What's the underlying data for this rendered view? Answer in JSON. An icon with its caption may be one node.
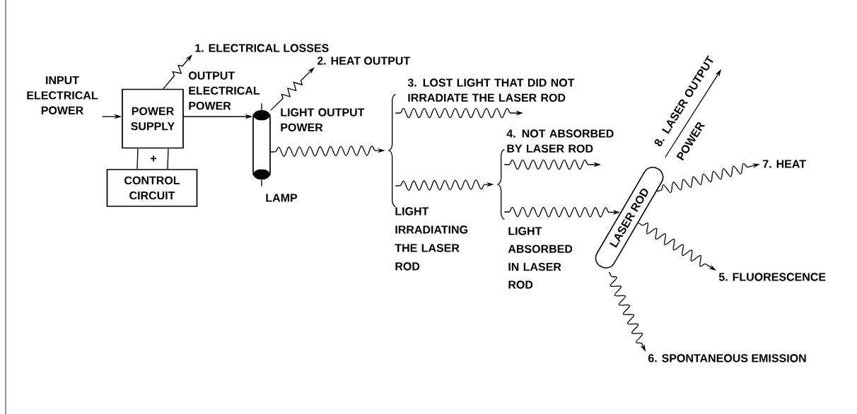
{
  "diagram": {
    "nodes": [
      {
        "text": [
          "INPUT ELECTRICAL POWER"
        ]
      },
      {
        "text": [
          "POWER SUPPLY"
        ]
      },
      {
        "text": [
          "CONTROL CIRCUIT"
        ]
      },
      {
        "text": [],
        "shape": "picture",
        "beside": [
          "LAMP"
        ]
      },
      {
        "text": [
          "1. ELECTRICAL LOSSES"
        ]
      },
      {
        "text": [
          "2. HEAT OUTPUT"
        ]
      },
      {
        "text": [],
        "shape": "brace"
      },
      {
        "text": [],
        "shape": "brace"
      },
      {
        "text": [
          "LASER ROD"
        ]
      },
      {
        "text": [
          "7. HEAT"
        ]
      },
      {
        "text": [
          "5. FLUORESCENCE"
        ]
      },
      {
        "text": [
          "6. SPONTANEOUS EMISSION"
        ]
      }
    ],
    "edges": [
      {
        "from": 0,
        "to": 1,
        "arrow": "to"
      },
      {
        "from": 1,
        "to": 3,
        "arrow": "to",
        "label": "OUTPUT ELECTRICAL POWER"
      },
      {
        "from": 2,
        "to": 1,
        "arrow": "none",
        "label": "+"
      },
      {
        "from": 1,
        "to": 4,
        "arrow": "to"
      },
      {
        "from": 3,
        "to": 5,
        "arrow": "to"
      },
      {
        "from": 3,
        "to": 6,
        "arrow": "to",
        "label": "LIGHT OUTPUT POWER"
      },
      {
        "from": 6,
        "to": null,
        "arrow": "to",
        "label": "3. LOST LIGHT THAT DID NOT IRRADIATE THE LASER ROD"
      },
      {
        "from": 6,
        "to": 7,
        "arrow": "to",
        "label": "LIGHT IRRADIATING THE LASER ROD"
      },
      {
        "from": 7,
        "to": null,
        "arrow": "to",
        "label": "4. NOT ABSORBED BY LASER ROD"
      },
      {
        "from": 7,
        "to": 8,
        "arrow": "to",
        "label": "LIGHT ABSORBED IN LASER ROD"
      },
      {
        "from": 8,
        "to": 9,
        "arrow": "to"
      },
      {
        "from": 8,
        "to": 10,
        "arrow": "to"
      },
      {
        "from": 8,
        "to": 11,
        "arrow": "to"
      },
      {
        "from": 8,
        "to": null,
        "arrow": "to",
        "label": "8. LASER OUTPUT POWER"
      }
    ]
  }
}
